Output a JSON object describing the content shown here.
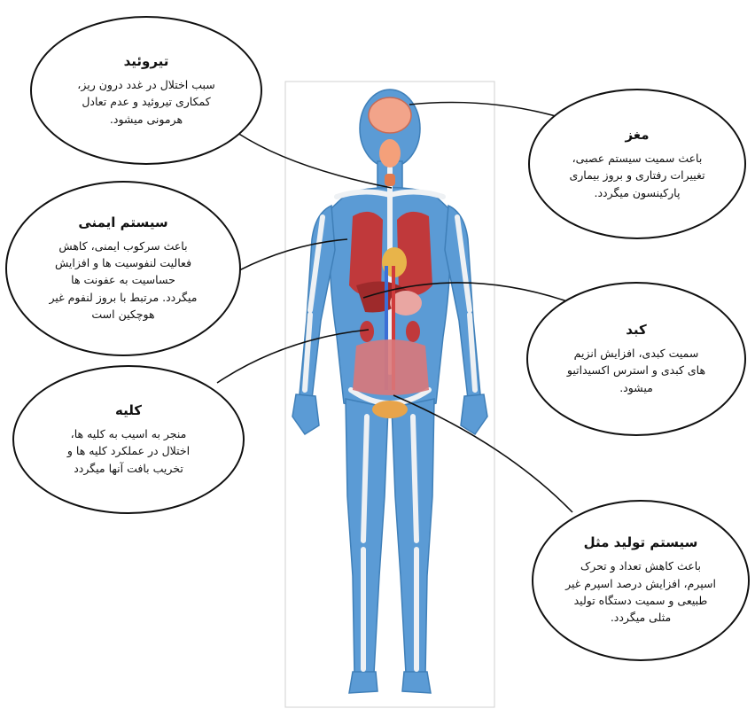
{
  "colors": {
    "body_fill": "#5b9bd5",
    "body_dark": "#3f7fb8",
    "bone": "#eef1f4",
    "organ_red": "#c0393b",
    "brain": "#f2a48a",
    "leader_line": "#111111"
  },
  "callouts": {
    "thyroid": {
      "title": "تیروئید",
      "text": "سبب اختلال در غدد درون ریز،\nکمکاری تیروئید و عدم تعادل\nهرمونی میشود."
    },
    "brain": {
      "title": "مغز",
      "text": "باعث سمیت سیستم عصبی،\nتغییرات رفتاری و بروز بیماری\nپارکینسون میگردد."
    },
    "immune": {
      "title": "سیستم ایمنی",
      "text": "باعث سرکوب ایمنی، کاهش\nفعالیت لنفوسیت ها و افزایش\nحساسیت به عفونت ها\nمیگردد. مرتبط با بروز لنفوم غیر\nهوچکین است"
    },
    "liver": {
      "title": "کبد",
      "text": "سمیت کبدی، افزایش انزیم\nهای کبدی و استرس اکسیداتیو\nمیشود."
    },
    "kidney": {
      "title": "کلیه",
      "text": "منجر به اسیب به کلیه ها،\nاختلال در عملکرد کلیه ها و\nتخریب بافت آنها میگردد"
    },
    "reproductive": {
      "title": "سیستم تولید مثل",
      "text": "باعث کاهش تعداد و تحرک\nاسپرم، افزایش درصد اسپرم غیر\nطبیعی و سمیت دستگاه تولید\nمثلی میگردد."
    }
  }
}
